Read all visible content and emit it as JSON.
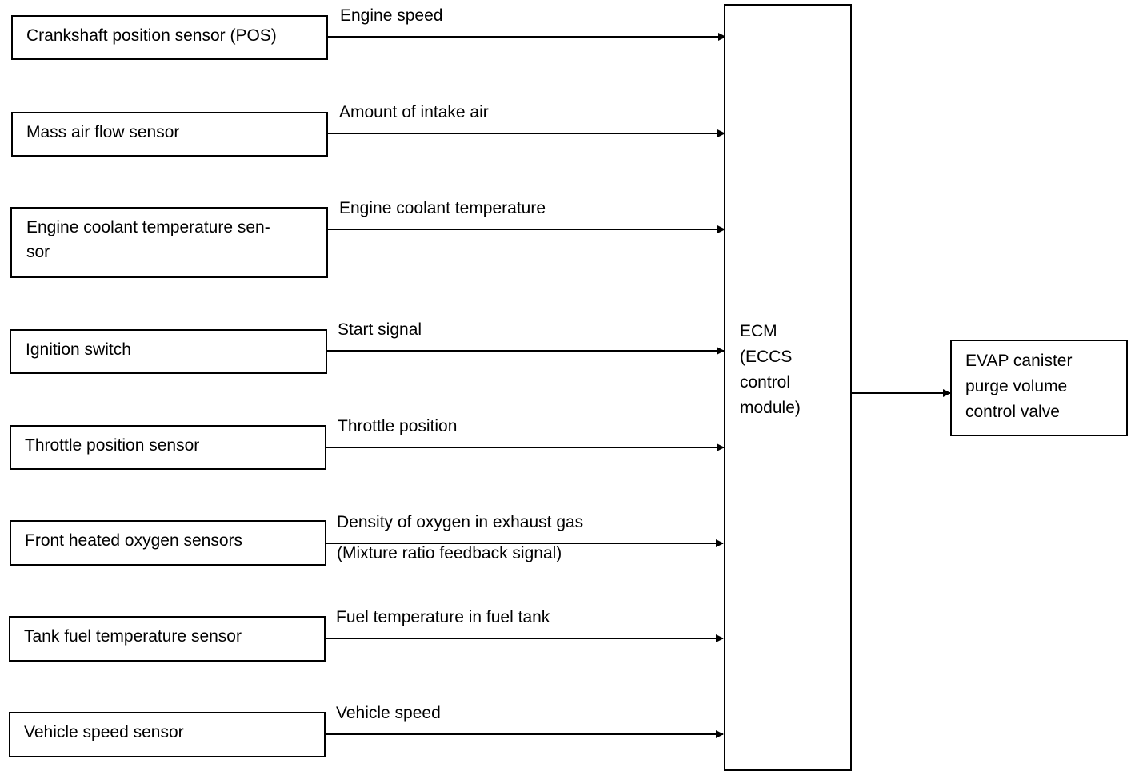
{
  "inputs": [
    {
      "sensor": "Crankshaft position sensor (POS)",
      "signal": "Engine speed",
      "signal_sub": ""
    },
    {
      "sensor": "Mass air flow sensor",
      "signal": "Amount of intake air",
      "signal_sub": ""
    },
    {
      "sensor": "Engine coolant temperature sen-\nsor",
      "signal": "Engine coolant temperature",
      "signal_sub": ""
    },
    {
      "sensor": "Ignition switch",
      "signal": "Start signal",
      "signal_sub": ""
    },
    {
      "sensor": "Throttle position sensor",
      "signal": "Throttle position",
      "signal_sub": ""
    },
    {
      "sensor": "Front heated oxygen sensors",
      "signal": "Density of oxygen in exhaust gas",
      "signal_sub": "(Mixture ratio feedback signal)"
    },
    {
      "sensor": "Tank fuel temperature sensor",
      "signal": "Fuel temperature in fuel tank",
      "signal_sub": ""
    },
    {
      "sensor": "Vehicle speed sensor",
      "signal": "Vehicle speed",
      "signal_sub": ""
    }
  ],
  "ecm": {
    "label": "ECM\n(ECCS\ncontrol\nmodule)"
  },
  "output": {
    "label": "EVAP canister\npurge volume\ncontrol valve"
  }
}
